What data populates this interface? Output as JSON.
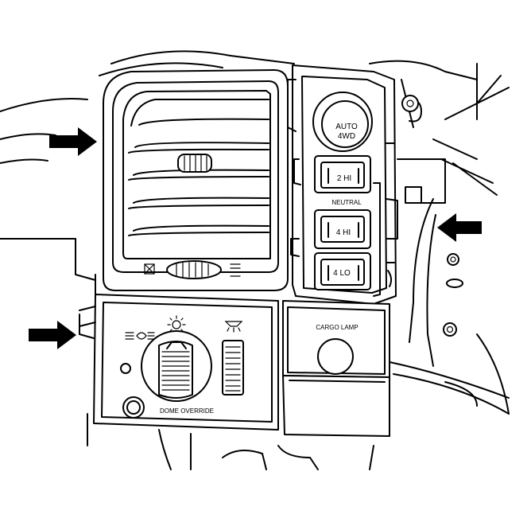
{
  "labels": {
    "auto_line1": "AUTO",
    "auto_line2": "4WD",
    "two_hi": "2 HI",
    "neutral": "NEUTRAL",
    "four_hi": "4 HI",
    "four_lo": "4 LO",
    "cargo_lamp": "CARGO LAMP",
    "dome_override": "DOME OVERRIDE"
  },
  "icons": {
    "headlamp": "headlamp-icon",
    "parking_lamp": "parking-lamp-icon",
    "dome_lamp": "dome-lamp-icon",
    "vent_closed": "vent-closed-icon",
    "vent_open": "vent-open-icon"
  },
  "colors": {
    "line": "#000000",
    "background": "#ffffff"
  }
}
